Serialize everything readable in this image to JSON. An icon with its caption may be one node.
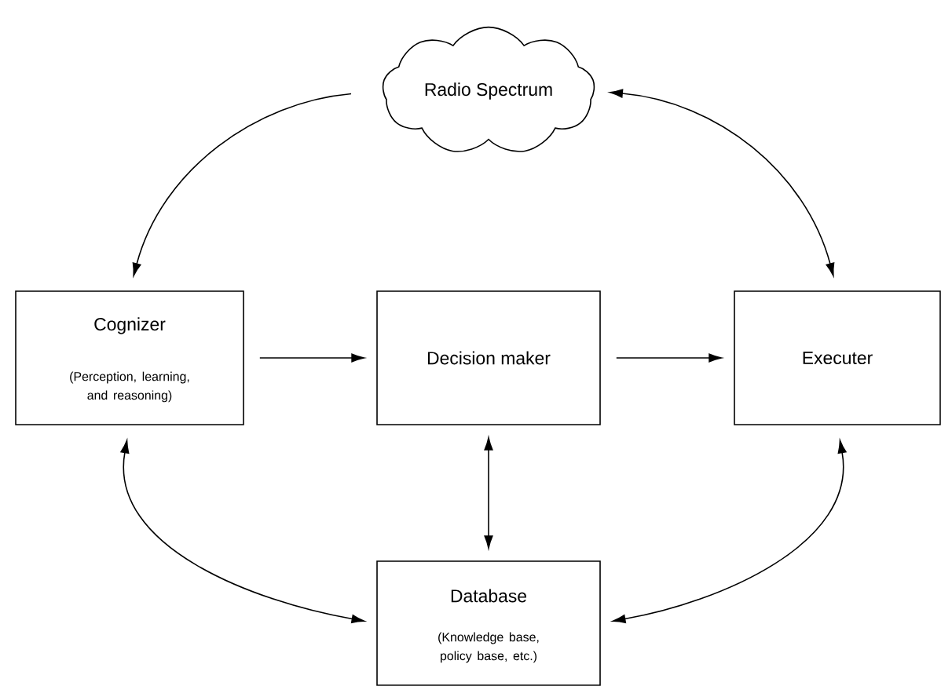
{
  "diagram": {
    "nodes": [
      {
        "text": [
          "Radio Spectrum"
        ]
      },
      {
        "text": [
          "Cognizer",
          "(Perception, learning, and reasoning)"
        ]
      },
      {
        "text": [
          "Executer"
        ]
      },
      {
        "text": [
          "Decision maker"
        ]
      },
      {
        "text": [
          "Database",
          "(Knowledge base, policy base, etc.)"
        ]
      }
    ],
    "edges": [
      {
        "from": 0,
        "to": 1,
        "arrow": "to"
      },
      {
        "from": 0,
        "to": 2,
        "arrow": "both"
      },
      {
        "from": 1,
        "to": 3,
        "arrow": "to"
      },
      {
        "from": 3,
        "to": 2,
        "arrow": "to"
      },
      {
        "from": 3,
        "to": 4,
        "arrow": "both"
      },
      {
        "from": 1,
        "to": 4,
        "arrow": "both"
      },
      {
        "from": 2,
        "to": 4,
        "arrow": "both"
      }
    ]
  }
}
